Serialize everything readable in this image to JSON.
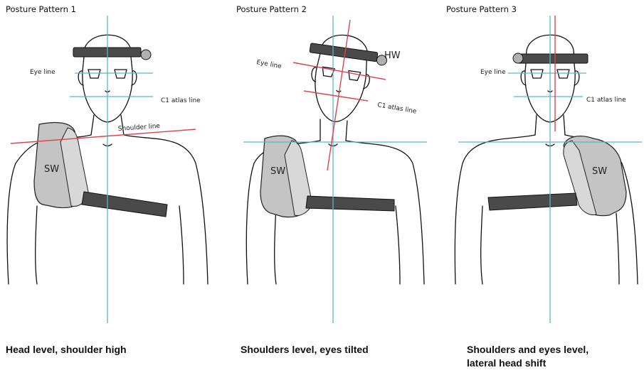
{
  "panels": [
    {
      "title": "Posture Pattern 1",
      "caption": "Head level, shoulder high",
      "labels": {
        "eye_line": "Eye line",
        "c1_line": "C1 atlas line",
        "shoulder_line": "Shoulder line",
        "sw": "SW"
      }
    },
    {
      "title": "Posture Pattern 2",
      "caption": "Shoulders level, eyes tilted",
      "labels": {
        "eye_line": "Eye line",
        "c1_line": "C1 atlas line",
        "hw": "HW",
        "sw": "SW"
      }
    },
    {
      "title": "Posture Pattern 3",
      "caption_line1": "Shoulders and eyes level,",
      "caption_line2": "lateral head shift",
      "labels": {
        "eye_line": "Eye line",
        "c1_line": "C1 atlas line",
        "sw": "SW"
      }
    }
  ],
  "colors": {
    "reference_line": "#5fb3c9",
    "deviation_line": "#d9454f",
    "weight": "#c4c4c4",
    "strap": "#4a4a4a"
  }
}
